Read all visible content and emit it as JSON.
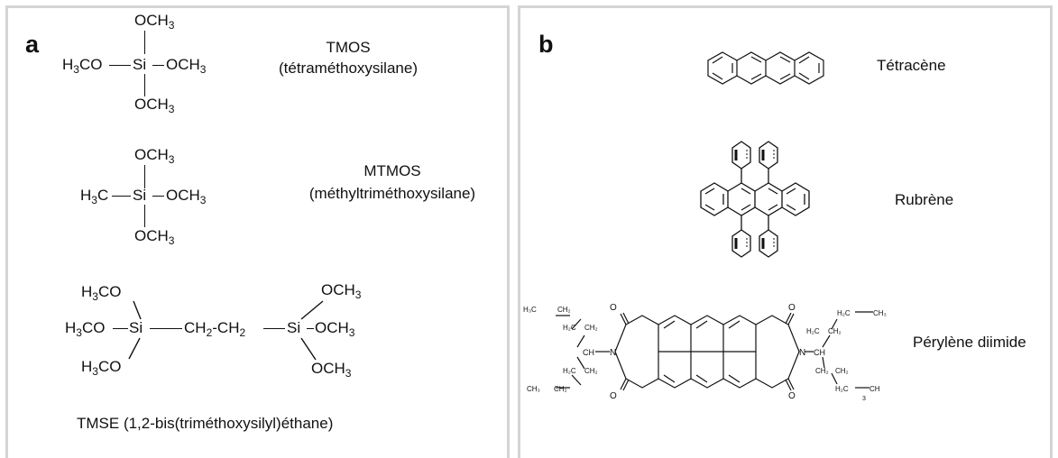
{
  "panel_a": {
    "letter": "a",
    "tmos": {
      "name": "TMOS",
      "full_name": "(tétraméthoxysilane)"
    },
    "mtmos": {
      "name": "MTMOS",
      "full_name": "(méthyltriméthoxysilane)"
    },
    "tmse": {
      "caption": "TMSE (1,2-bis(triméthoxysilyl)éthane)"
    },
    "groups": {
      "och": "OCH",
      "h": "H",
      "co": "CO",
      "c": "C",
      "si": "Si",
      "ch": "CH",
      "three": "3",
      "two": "2"
    }
  },
  "panel_b": {
    "letter": "b",
    "tetracene": "Tétracène",
    "rubrene": "Rubrène",
    "perylene": "Pérylène diimide",
    "pdi_atoms": {
      "o": "O",
      "n": "N",
      "ch": "CH",
      "h2c": "H₂C",
      "ch2": "CH₂",
      "h3c": "H₃C",
      "ch3": "CH₃",
      "h2": "H₂",
      "three": "3"
    }
  }
}
